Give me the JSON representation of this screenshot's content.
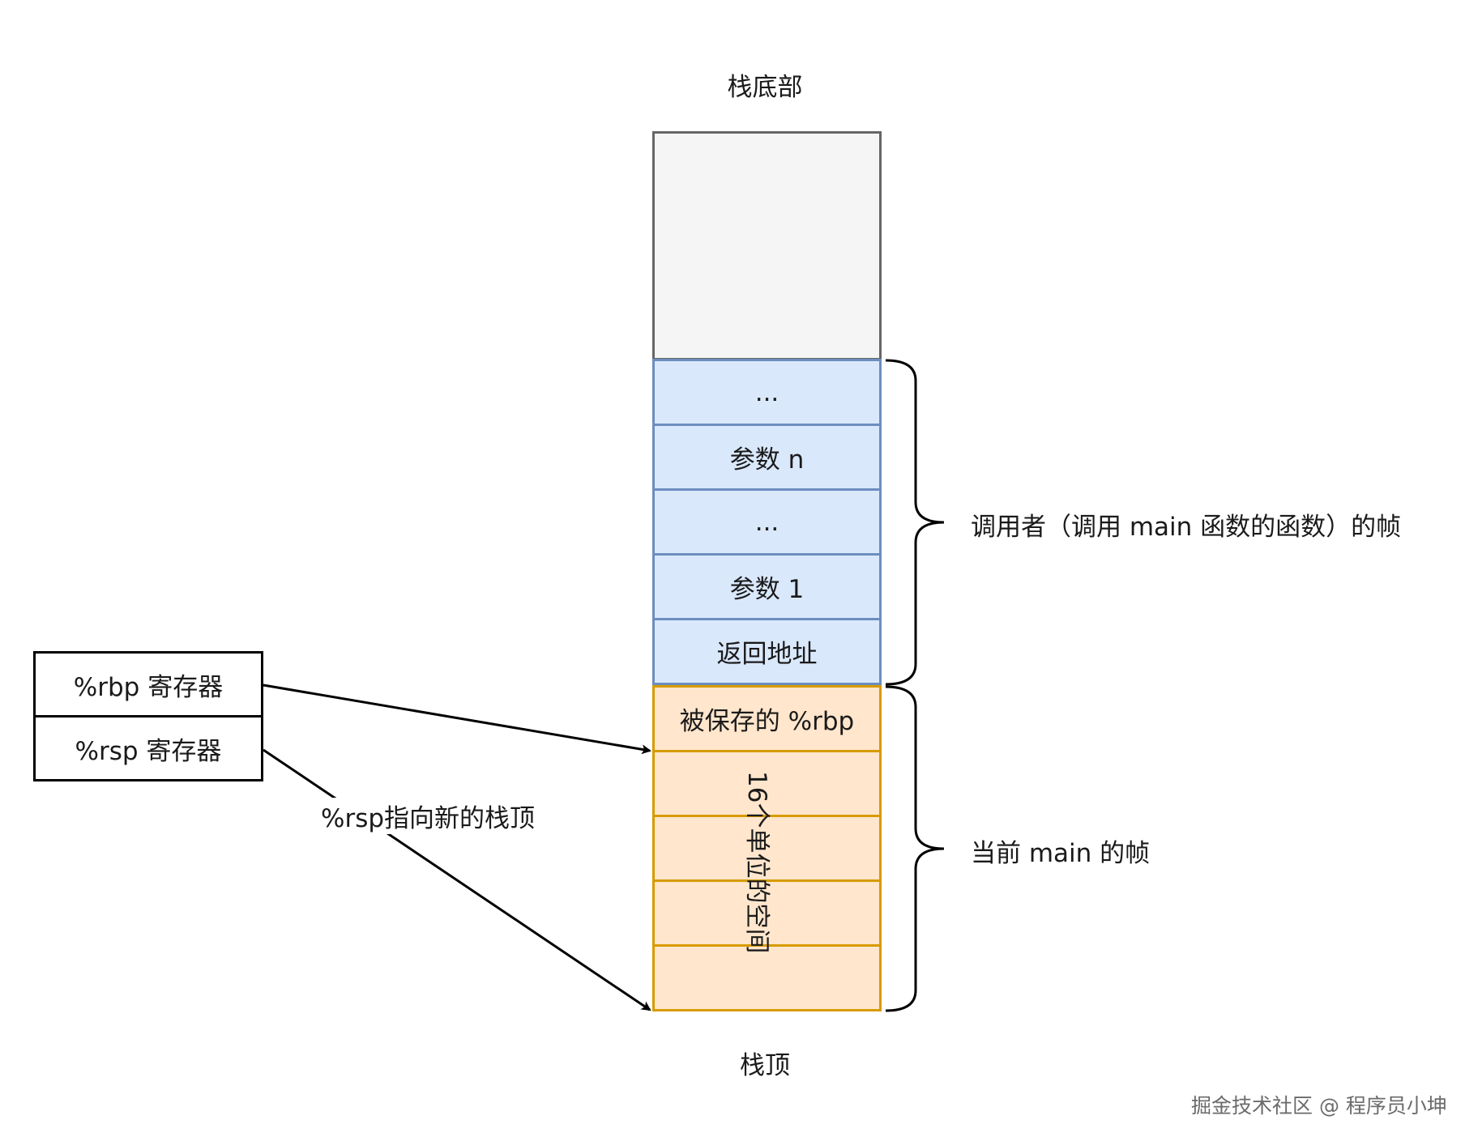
{
  "stack": {
    "bottom_label": "栈底部",
    "top_label": "栈顶",
    "caller_cells": [
      "...",
      "参数 n",
      "...",
      "参数 1",
      "返回地址"
    ],
    "saved_rbp_label": "被保存的 %rbp",
    "local_space_label": "16个单位的空间",
    "local_unit_count": 4
  },
  "braces": {
    "caller_frame_label": "调用者（调用 main 函数的函数）的帧",
    "current_frame_label": "当前 main 的帧"
  },
  "registers": {
    "rbp_label": "%rbp 寄存器",
    "rsp_label": "%rsp 寄存器"
  },
  "arrows": {
    "rsp_annotation": "%rsp指向新的栈顶"
  },
  "colors": {
    "caller_fill": "#dae8fc",
    "caller_stroke": "#6c8ebf",
    "current_fill": "#ffe6cc",
    "current_stroke": "#d79b00",
    "empty_fill": "#f5f5f5",
    "empty_stroke": "#666666"
  },
  "watermark": "掘金技术社区 @ 程序员小坤"
}
